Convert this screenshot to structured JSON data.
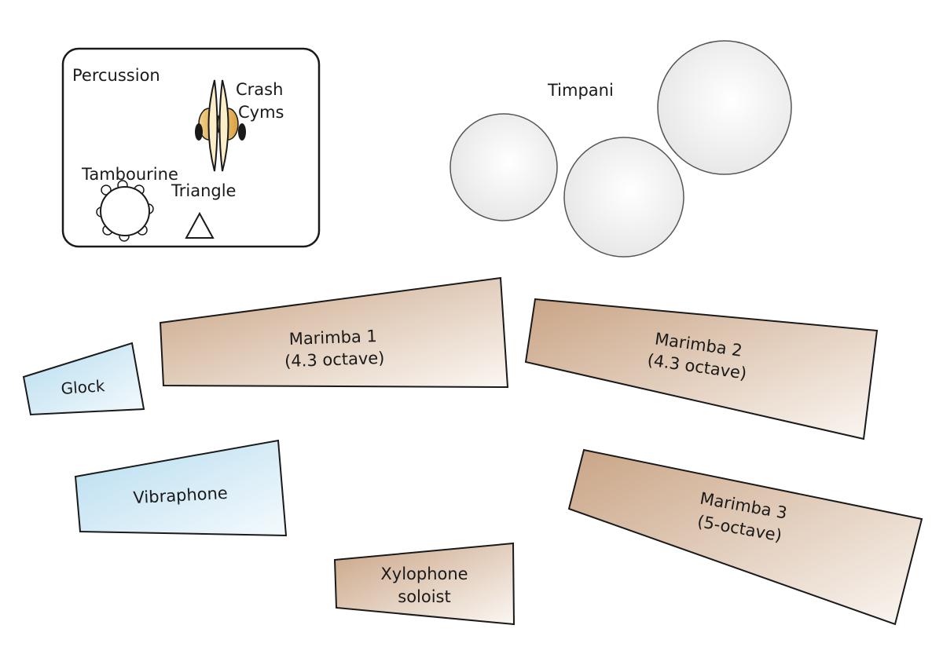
{
  "percussion": {
    "title": "Percussion",
    "crash_line1": "Crash",
    "crash_line2": "Cyms",
    "tambourine": "Tambourine",
    "triangle": "Triangle"
  },
  "timpani": {
    "label": "Timpani"
  },
  "instruments": {
    "marimba1_line1": "Marimba 1",
    "marimba1_line2": "(4.3 octave)",
    "marimba2_line1": "Marimba 2",
    "marimba2_line2": "(4.3 octave)",
    "marimba3_line1": "Marimba 3",
    "marimba3_line2": "(5-octave)",
    "glock": "Glock",
    "vibraphone": "Vibraphone",
    "xylophone_line1": "Xylophone",
    "xylophone_line2": "soloist"
  },
  "colors": {
    "wood": "#c9a485",
    "metal": "#bcdff0",
    "drum": "#f2f2f2",
    "cymbal": "#e8b85a"
  }
}
